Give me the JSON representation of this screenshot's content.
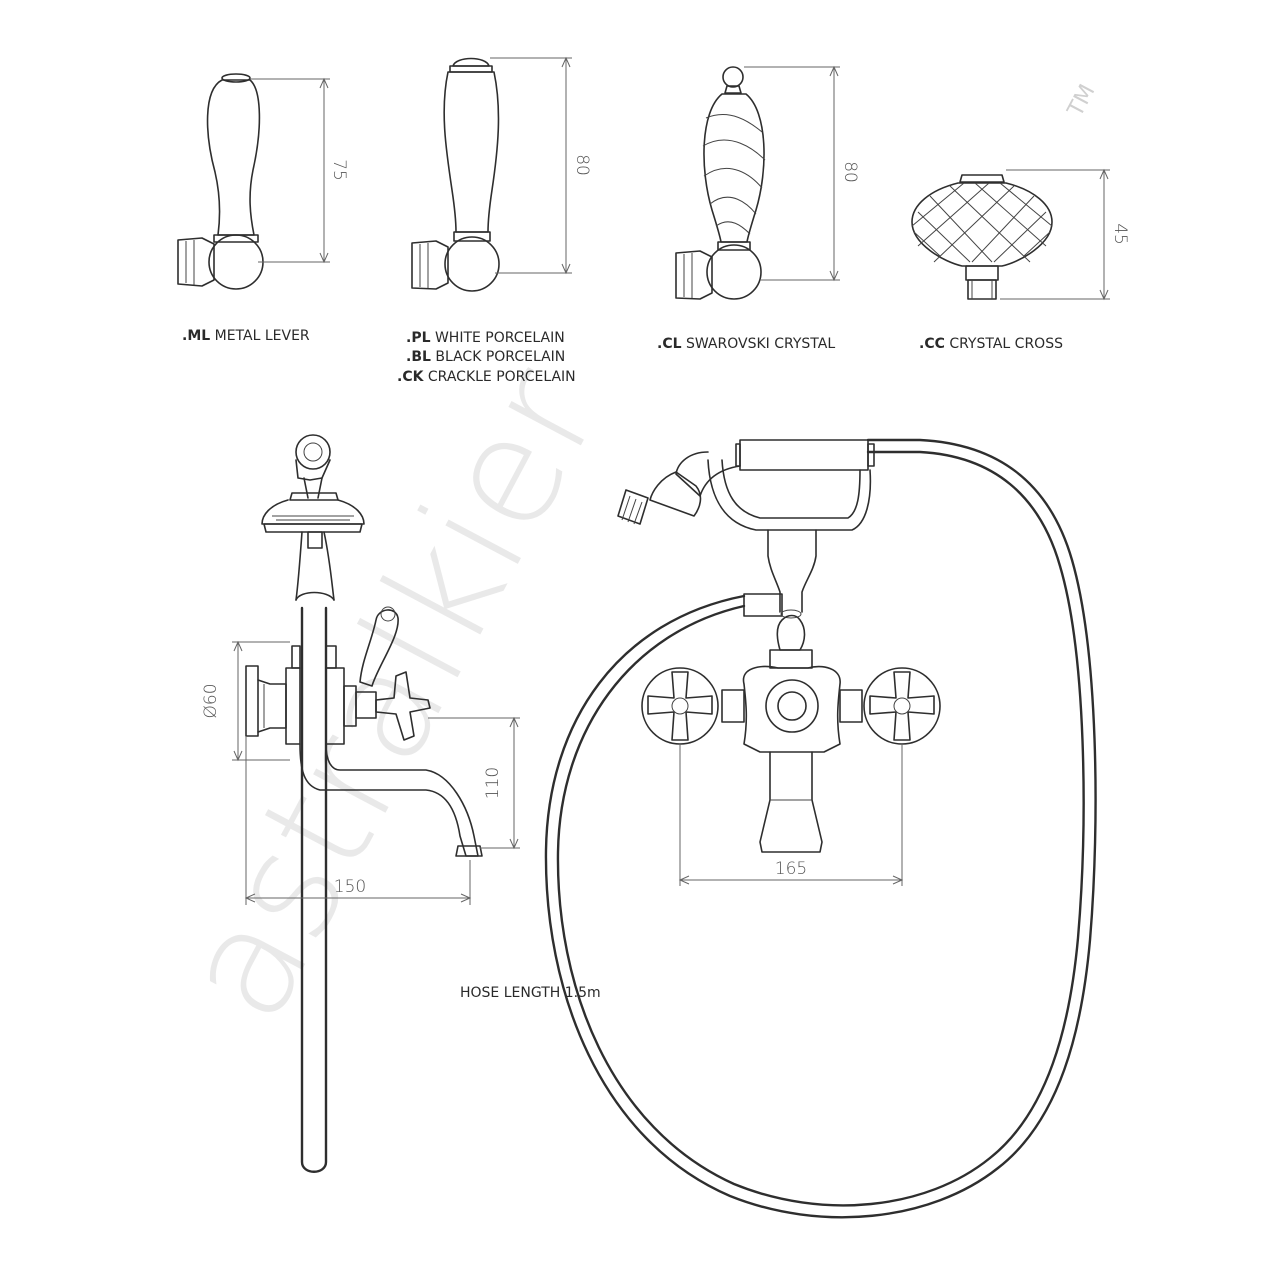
{
  "watermark": {
    "text": "astralkier",
    "trademark": "TM"
  },
  "handles": [
    {
      "code": ".ML",
      "name": "METAL LEVER",
      "height": "75"
    },
    {
      "code": ".PL",
      "name": "WHITE PORCELAIN",
      "height": "80"
    },
    {
      "code": ".BL",
      "name": "BLACK PORCELAIN"
    },
    {
      "code": ".CK",
      "name": "CRACKLE PORCELAIN"
    },
    {
      "code": ".CL",
      "name": "SWAROVSKI CRYSTAL",
      "height": "80"
    },
    {
      "code": ".CC",
      "name": "CRYSTAL CROSS",
      "height": "45"
    }
  ],
  "side_view": {
    "diameter": "Ø60",
    "spout_height": "110",
    "projection": "150"
  },
  "front_view": {
    "centres": "165"
  },
  "hose_note": "HOSE LENGTH 1.5m"
}
